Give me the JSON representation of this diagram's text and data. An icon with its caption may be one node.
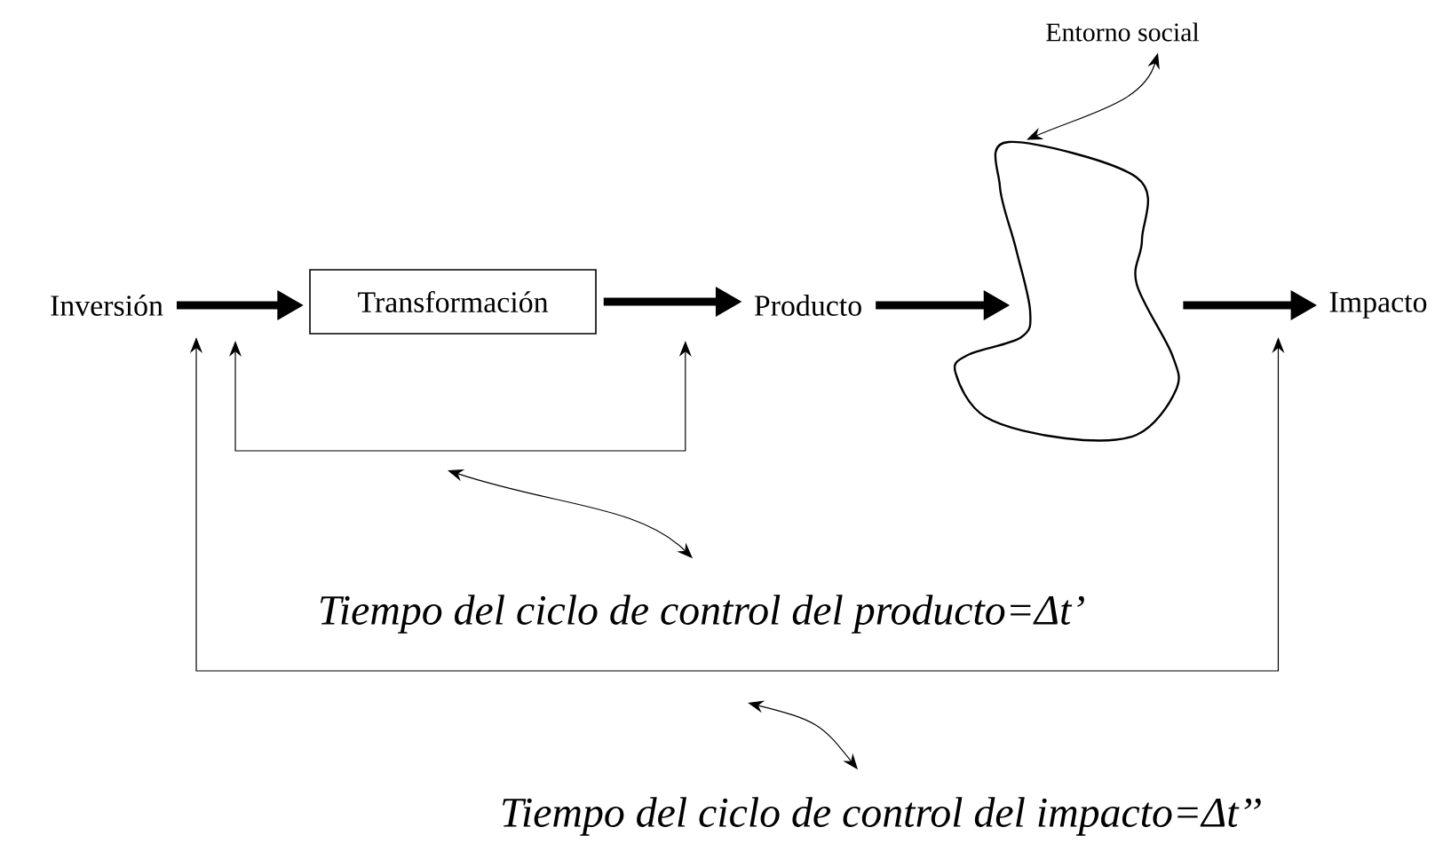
{
  "diagram": {
    "nodes": [
      {
        "text": [
          "Inversión"
        ]
      },
      {
        "text": [
          "Transformación"
        ]
      },
      {
        "text": [
          "Producto"
        ]
      },
      {
        "text": [],
        "shape": "cloud"
      },
      {
        "text": [
          "Impacto"
        ]
      },
      {
        "text": [
          "Entorno social"
        ]
      },
      {
        "text": [
          "Tiempo del ciclo de control del producto=Δt’"
        ]
      },
      {
        "text": [
          "Tiempo del ciclo de control del impacto=Δt’’"
        ]
      }
    ],
    "edges": [
      {
        "from": 0,
        "to": 1,
        "arrow": "to",
        "style": "thick"
      },
      {
        "from": 1,
        "to": 2,
        "arrow": "to",
        "style": "thick"
      },
      {
        "from": 2,
        "to": 3,
        "arrow": "to",
        "style": "thick"
      },
      {
        "from": 3,
        "to": 4,
        "arrow": "to",
        "style": "thick"
      },
      {
        "from": 2,
        "to": 0,
        "arrow": "both"
      },
      {
        "from": 4,
        "to": 0,
        "arrow": "both"
      },
      {
        "from": 5,
        "to": 3,
        "arrow": "both"
      },
      {
        "from": 6,
        "to": null,
        "arrow": "both"
      },
      {
        "from": 7,
        "to": null,
        "arrow": "both"
      }
    ]
  }
}
